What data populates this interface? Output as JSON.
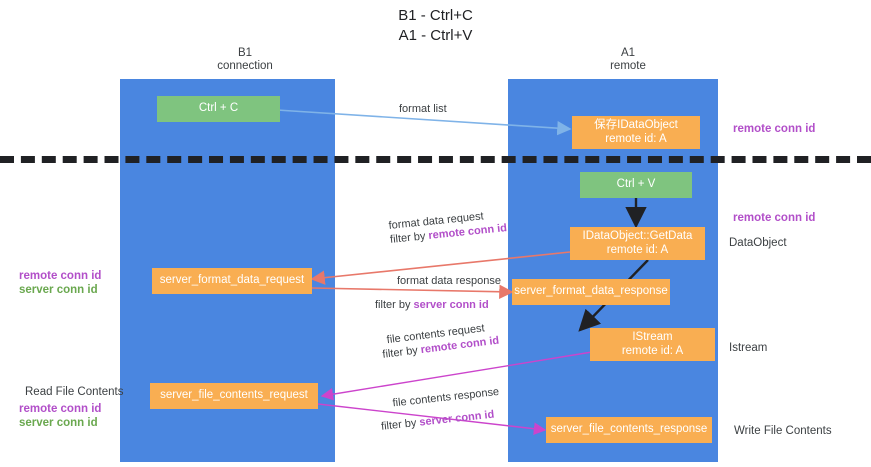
{
  "title": {
    "line1": "B1 - Ctrl+C",
    "line2": "A1 - Ctrl+V"
  },
  "columns": [
    {
      "name": "B1",
      "sub": "connection"
    },
    {
      "name": "A1",
      "sub": "remote"
    }
  ],
  "nodes": {
    "ctrl_c": "Ctrl + C",
    "save_idataobject": "保存IDataObject\nremote id: A",
    "ctrl_v": "Ctrl + V",
    "getdata": "IDataObject::GetData\nremote id: A",
    "server_format_data_request": "server_format_data_request",
    "server_format_data_response": "server_format_data_response",
    "istream": "IStream\nremote id: A",
    "server_file_contents_request": "server_file_contents_request",
    "server_file_contents_response": "server_file_contents_response"
  },
  "side_labels": {
    "right_remote_conn_id_top": "remote conn id",
    "right_remote_conn_id_mid": "remote conn id",
    "right_dataobject": "DataObject",
    "right_istream": "Istream",
    "right_write_file_contents": "Write File Contents",
    "left_remote_conn_id": "remote conn id",
    "left_server_conn_id": "server conn id",
    "left_read_file_contents": "Read File Contents",
    "left_remote_conn_id_2": "remote conn id",
    "left_server_conn_id_2": "server conn id"
  },
  "edge_labels": {
    "format_list": "format list",
    "format_data_request": "format data request",
    "format_data_request_filter_prefix": "filter by ",
    "format_data_request_filter_key": "remote conn id",
    "format_data_response": "format data response",
    "format_data_response_filter_prefix": "filter by ",
    "format_data_response_filter_key": "server conn id",
    "file_contents_request": "file contents request",
    "file_contents_request_filter_prefix": "filter by ",
    "file_contents_request_filter_key": "remote conn id",
    "file_contents_response": "file contents response",
    "file_contents_response_filter_prefix": "filter by ",
    "file_contents_response_filter_key": "server conn id"
  },
  "colors": {
    "lane": "#4a86e0",
    "node_green": "#7fc47f",
    "node_orange": "#f9ae52",
    "accent_purple": "#b24fc9",
    "accent_green": "#6aa84f",
    "arrow_blue": "#7fb3e8",
    "arrow_red": "#e8786a",
    "arrow_magenta": "#cc44cc",
    "arrow_black": "#202124",
    "divider": "#202124"
  }
}
